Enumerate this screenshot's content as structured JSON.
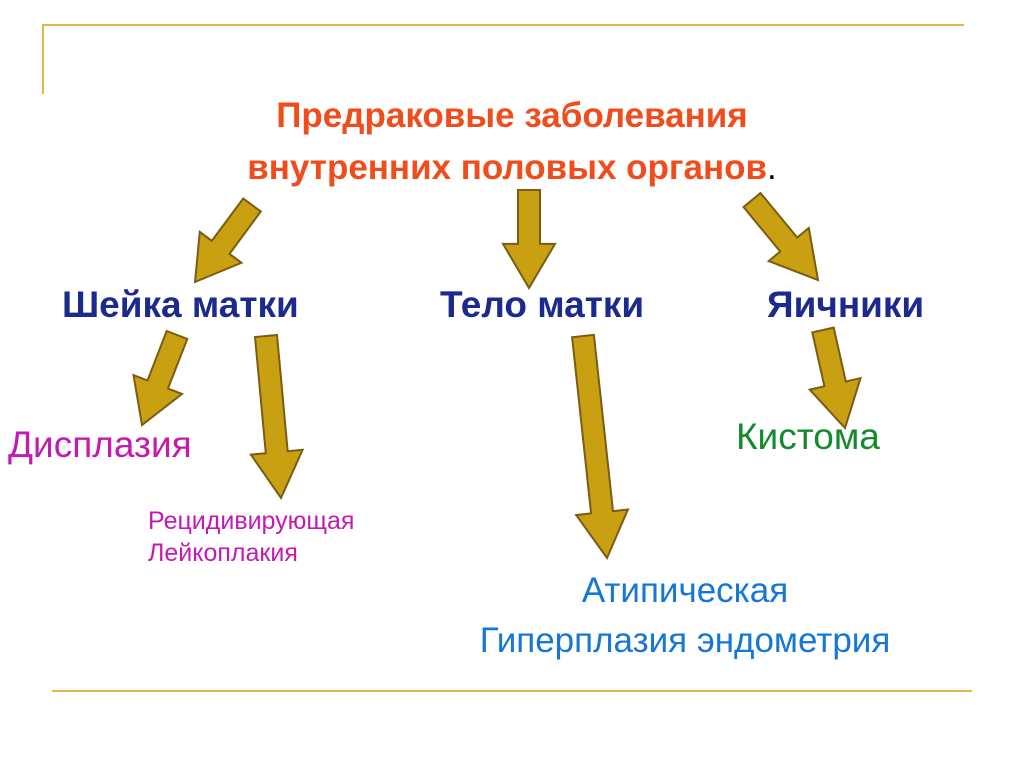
{
  "title": {
    "line1": "Предраковые заболевания",
    "line2": "внутренних половых органов",
    "trailing": "."
  },
  "categories": {
    "cervix": "Шейка матки",
    "uterine_body": "Тело матки",
    "ovaries": "Яичники"
  },
  "conditions": {
    "dysplasia": "Дисплазия",
    "leukoplakia_line1": "Рецидивирующая",
    "leukoplakia_line2": "Лейкоплакия",
    "cystoma": "Кистома",
    "hyperplasia_line1": "Атипическая",
    "hyperplasia_line2": "Гиперплазия эндометрия"
  },
  "colors": {
    "title": "#f04c1c",
    "category": "#1b2a8c",
    "cervix_conditions": "#c41ab0",
    "ovary_conditions": "#158a2c",
    "body_conditions": "#1677d6",
    "arrow_fill": "#c8a011",
    "arrow_stroke": "#7a5c14",
    "frame_line": "#e0b84a"
  }
}
